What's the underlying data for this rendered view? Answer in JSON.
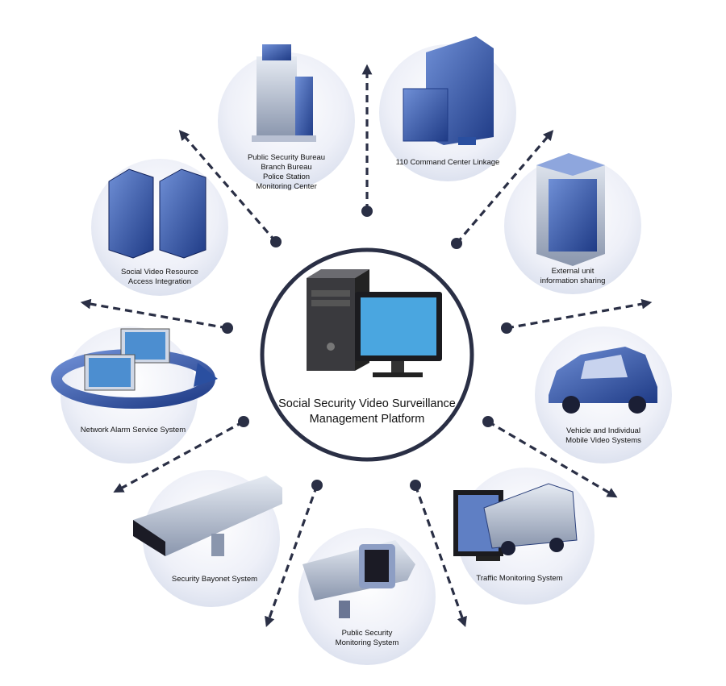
{
  "title_lines": [
    "Social Security Video Surveillance",
    "Management Platform"
  ],
  "nodes": [
    {
      "label_lines": [
        "Public Security Bureau",
        "Branch Bureau",
        "Police Station",
        "Monitoring Center"
      ],
      "icon": "office-tower-icon"
    },
    {
      "label_lines": [
        "110 Command Center Linkage"
      ],
      "icon": "command-building-icon"
    },
    {
      "label_lines": [
        "External unit",
        "information sharing"
      ],
      "icon": "server-building-icon"
    },
    {
      "label_lines": [
        "Vehicle and Individual",
        "Mobile Video Systems"
      ],
      "icon": "car-icon"
    },
    {
      "label_lines": [
        "Traffic Monitoring System"
      ],
      "icon": "bus-monitor-icon"
    },
    {
      "label_lines": [
        "Public Security",
        "Monitoring System"
      ],
      "icon": "dome-camera-icon"
    },
    {
      "label_lines": [
        "Security Bayonet System"
      ],
      "icon": "box-camera-icon"
    },
    {
      "label_lines": [
        "Network Alarm Service System"
      ],
      "icon": "network-monitors-icon"
    },
    {
      "label_lines": [
        "Social Video Resource",
        "Access Integration"
      ],
      "icon": "twin-buildings-icon"
    }
  ],
  "colors": {
    "accent": "#2a2f45",
    "icon_blue": "#3a5fb0",
    "bubble": "#e8ebf5"
  }
}
